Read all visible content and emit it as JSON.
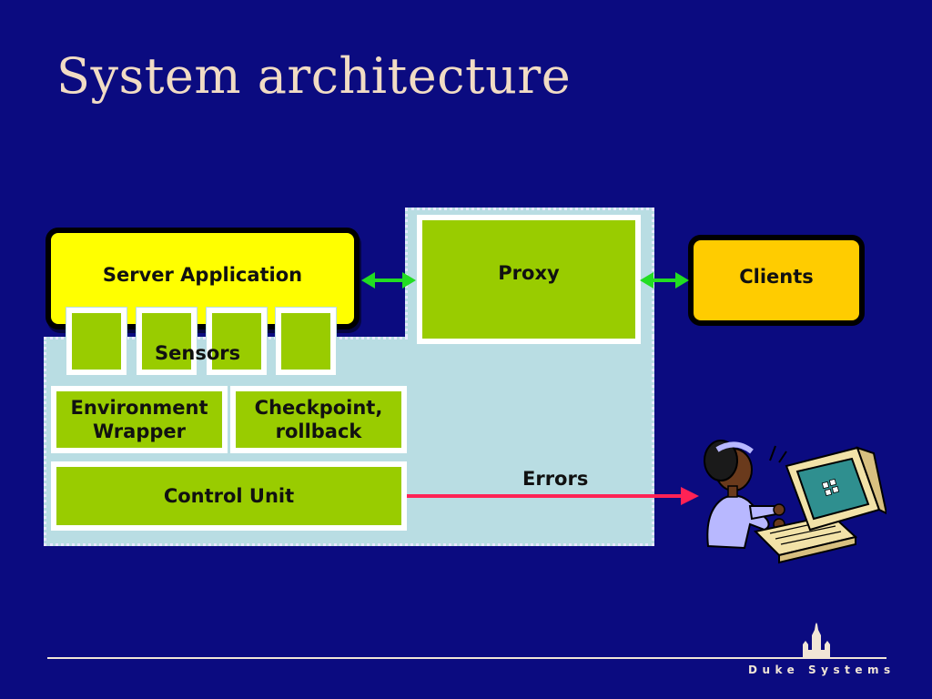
{
  "slide": {
    "title": "System architecture",
    "footer": "Duke Systems"
  },
  "diagram": {
    "server_application": "Server Application",
    "proxy": "Proxy",
    "clients": "Clients",
    "sensors": "Sensors",
    "environment_wrapper": "Environment\nWrapper",
    "checkpoint_rollback": "Checkpoint,\nrollback",
    "control_unit": "Control Unit",
    "errors": "Errors"
  },
  "colors": {
    "background": "#0b0b80",
    "title": "#f1dcc4",
    "server": "#ffff00",
    "clients": "#ffcc00",
    "component": "#99cc00",
    "region": "#b9dde3",
    "connector": "#22dd22",
    "error_arrow": "#ff2255"
  },
  "icons": {
    "operator": "person-at-computer-icon",
    "logo": "duke-chapel-icon"
  }
}
